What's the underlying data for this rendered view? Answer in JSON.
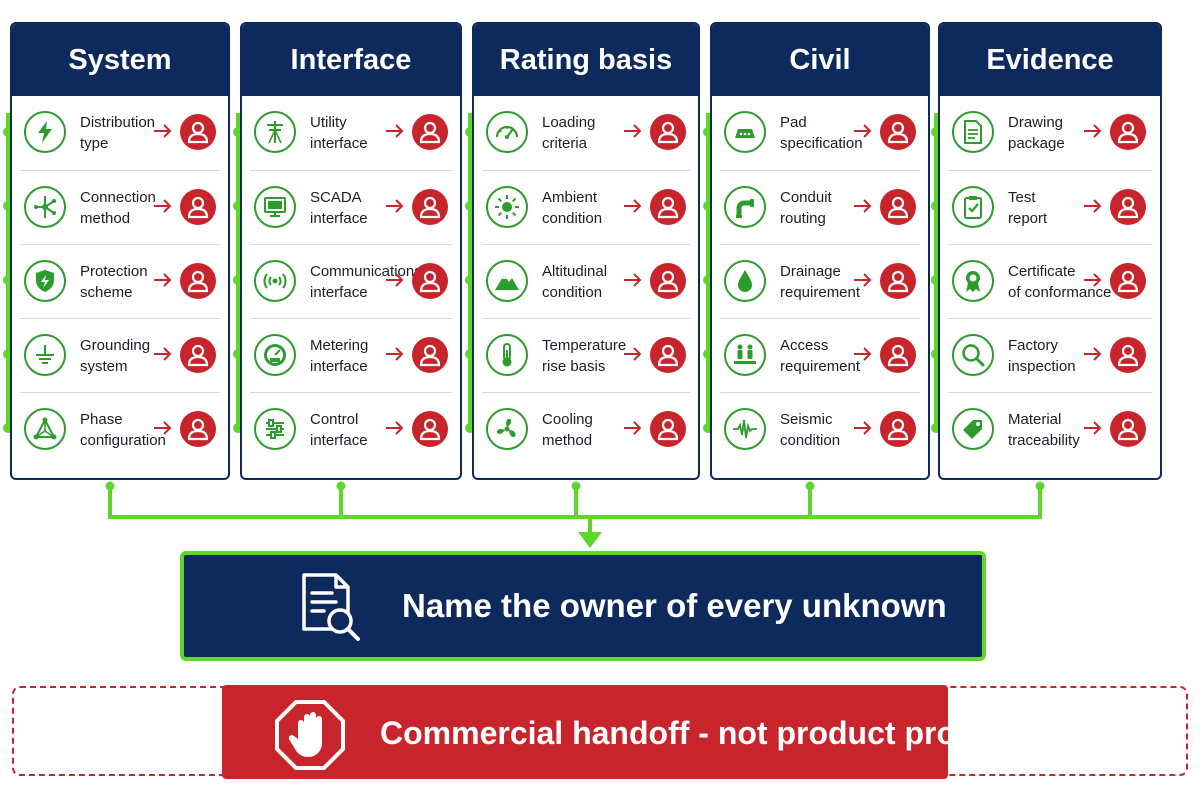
{
  "colors": {
    "navy": "#0e2a5c",
    "green_line": "#5ed62a",
    "icon_green": "#2d9b2d",
    "owner_red": "#c8242b"
  },
  "columns": [
    {
      "title": "System",
      "items": [
        {
          "line1": "Distribution",
          "line2": "type",
          "icon": "lightning-bolt-icon"
        },
        {
          "line1": "Connection",
          "line2": "method",
          "icon": "network-node-icon"
        },
        {
          "line1": "Protection",
          "line2": "scheme",
          "icon": "shield-bolt-icon"
        },
        {
          "line1": "Grounding",
          "line2": "system",
          "icon": "ground-symbol-icon"
        },
        {
          "line1": "Phase",
          "line2": "configuration",
          "icon": "triangle-phase-icon"
        }
      ]
    },
    {
      "title": "Interface",
      "items": [
        {
          "line1": "Utility",
          "line2": "interface",
          "icon": "utility-pole-icon"
        },
        {
          "line1": "SCADA",
          "line2": "interface",
          "icon": "monitor-icon"
        },
        {
          "line1": "Communications",
          "line2": "interface",
          "icon": "radio-signal-icon"
        },
        {
          "line1": "Metering",
          "line2": "interface",
          "icon": "meter-gauge-icon"
        },
        {
          "line1": "Control",
          "line2": "interface",
          "icon": "sliders-icon"
        }
      ]
    },
    {
      "title": "Rating basis",
      "items": [
        {
          "line1": "Loading",
          "line2": "criteria",
          "icon": "speedometer-icon"
        },
        {
          "line1": "Ambient",
          "line2": "condition",
          "icon": "sun-icon"
        },
        {
          "line1": "Altitudinal",
          "line2": "condition",
          "icon": "mountain-icon"
        },
        {
          "line1": "Temperature",
          "line2": "rise basis",
          "icon": "thermometer-icon"
        },
        {
          "line1": "Cooling",
          "line2": "method",
          "icon": "fan-icon"
        }
      ]
    },
    {
      "title": "Civil",
      "items": [
        {
          "line1": "Pad",
          "line2": "specification",
          "icon": "concrete-pad-icon"
        },
        {
          "line1": "Conduit",
          "line2": "routing",
          "icon": "conduit-pipe-icon"
        },
        {
          "line1": "Drainage",
          "line2": "requirement",
          "icon": "water-drop-icon"
        },
        {
          "line1": "Access",
          "line2": "requirement",
          "icon": "people-access-icon"
        },
        {
          "line1": "Seismic",
          "line2": "condition",
          "icon": "seismic-wave-icon"
        }
      ]
    },
    {
      "title": "Evidence",
      "items": [
        {
          "line1": "Drawing",
          "line2": "package",
          "icon": "document-icon"
        },
        {
          "line1": "Test",
          "line2": "report",
          "icon": "clipboard-check-icon"
        },
        {
          "line1": "Certificate",
          "line2": "of conformance",
          "icon": "award-badge-icon"
        },
        {
          "line1": "Factory",
          "line2": "inspection",
          "icon": "magnifier-icon"
        },
        {
          "line1": "Material",
          "line2": "traceability",
          "icon": "tag-icon"
        }
      ]
    }
  ],
  "summary": {
    "text": "Name the owner of every unknown",
    "icon": "document-search-icon"
  },
  "warning": {
    "text": "Commercial handoff - not product proof",
    "icon": "stop-hand-icon"
  }
}
